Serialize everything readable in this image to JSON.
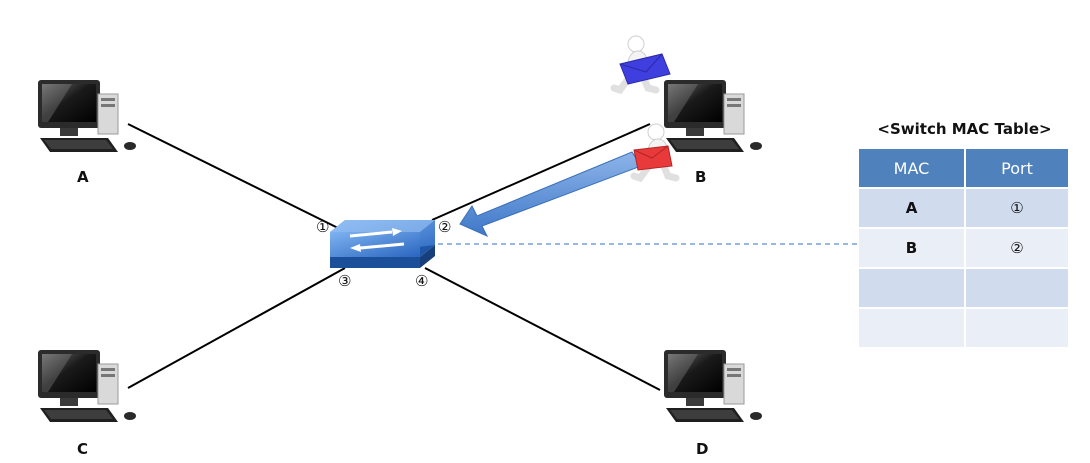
{
  "nodes": {
    "a": "A",
    "b": "B",
    "c": "C",
    "d": "D"
  },
  "ports": {
    "p1": "①",
    "p2": "②",
    "p3": "③",
    "p4": "④"
  },
  "mac_table": {
    "title": "<Switch MAC Table>",
    "headers": [
      "MAC",
      "Port"
    ],
    "rows": [
      [
        "A",
        "①"
      ],
      [
        "B",
        "②"
      ],
      [
        "",
        ""
      ],
      [
        "",
        ""
      ]
    ]
  },
  "colors": {
    "header": "#4f81bd",
    "row_odd": "#d0dbee",
    "row_even": "#e9eef7",
    "switch_blue": "#2e6fc5",
    "arrow_blue": "#5b8fd6",
    "envelope_blue": "#3f3fe0",
    "envelope_red": "#e83a3a"
  },
  "icons": [
    "computer-icon",
    "network-switch-icon",
    "courier-envelope-icon"
  ]
}
